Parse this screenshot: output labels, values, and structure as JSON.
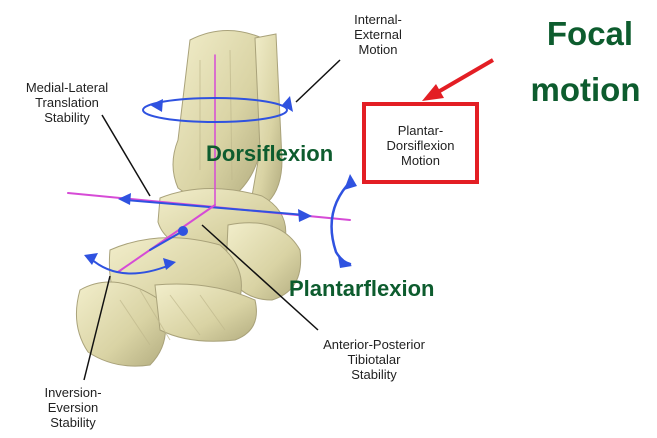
{
  "title": {
    "line1": "Focal",
    "line2": "motion"
  },
  "motions": {
    "dorsiflexion": "Dorsiflexion",
    "plantarflexion": "Plantarflexion"
  },
  "labels": {
    "internal_external": [
      "Internal-",
      "External",
      "Motion"
    ],
    "medial_lateral": [
      "Medial-Lateral",
      "Translation",
      "Stability"
    ],
    "plantar_dorsiflexion": [
      "Plantar-",
      "Dorsiflexion",
      "Motion"
    ],
    "anterior_posterior": [
      "Anterior-Posterior",
      "Tibiotalar",
      "Stability"
    ],
    "inversion_eversion": [
      "Inversion-",
      "Eversion",
      "Stability"
    ]
  },
  "colors": {
    "title_green": "#0d5c2e",
    "highlight_red": "#e31e24",
    "axis_blue": "#2f52e0",
    "axis_magenta": "#d64bd6",
    "bone": "#e6e1b8"
  }
}
